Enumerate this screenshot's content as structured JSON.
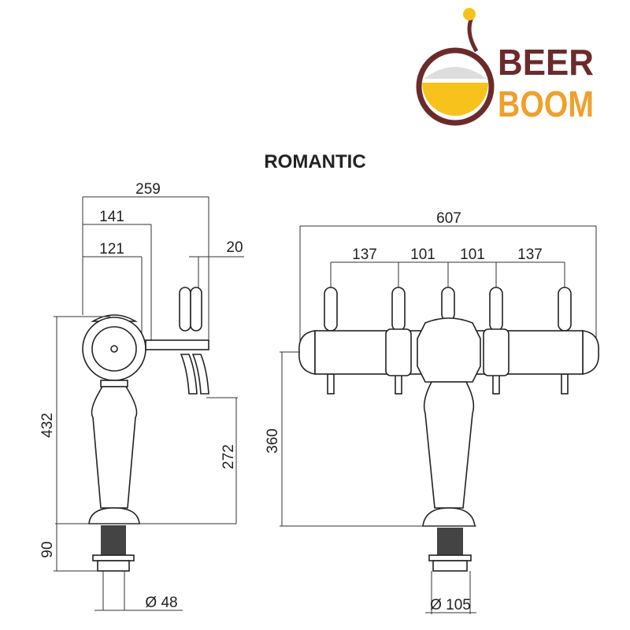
{
  "logo": {
    "line1": "BEER",
    "line2": "BOOM",
    "colors": {
      "brown": "#6b2b2a",
      "orange": "#f0a02a",
      "yellow": "#f7c21b"
    }
  },
  "title": "ROMANTIC",
  "side_view": {
    "d259": "259",
    "d141": "141",
    "d121": "121",
    "d20": "20",
    "d432": "432",
    "d272": "272",
    "d90": "90",
    "d48": "Ø 48"
  },
  "front_view": {
    "d607": "607",
    "d137a": "137",
    "d101a": "101",
    "d101b": "101",
    "d137b": "137",
    "d360": "360",
    "d105": "Ø 105"
  }
}
